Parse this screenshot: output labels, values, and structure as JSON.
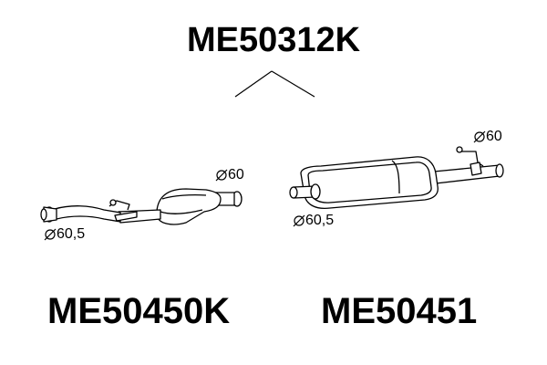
{
  "kit": {
    "code": "ME50312K"
  },
  "parts": {
    "front": {
      "code": "ME50450K",
      "dim_inlet": "60,5",
      "dim_outlet": "60"
    },
    "rear": {
      "code": "ME50451",
      "dim_inlet": "60,5",
      "dim_outlet": "60"
    }
  },
  "icons": {
    "diameter": "diameter-icon"
  }
}
